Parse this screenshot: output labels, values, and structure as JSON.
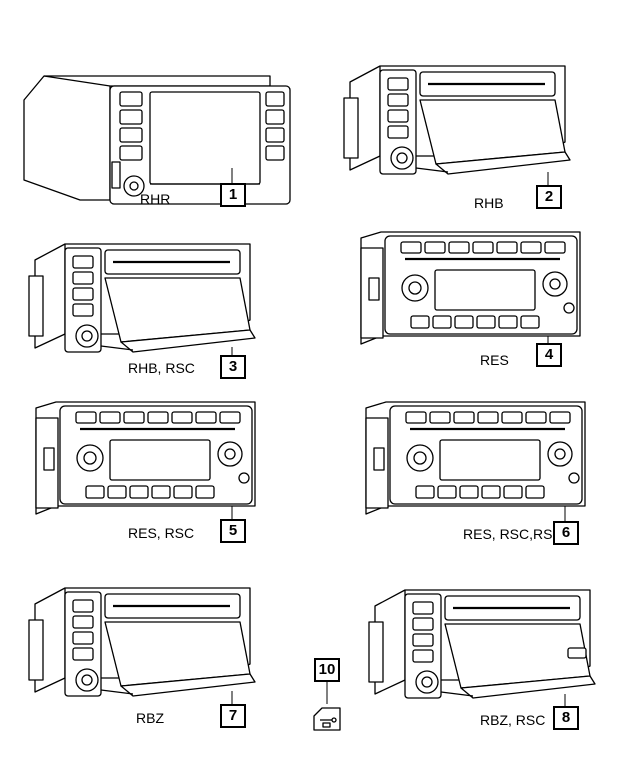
{
  "items": [
    {
      "number": "1",
      "code": "RHR"
    },
    {
      "number": "2",
      "code": "RHB"
    },
    {
      "number": "3",
      "code": "RHB, RSC"
    },
    {
      "number": "4",
      "code": "RES"
    },
    {
      "number": "5",
      "code": "RES, RSC"
    },
    {
      "number": "6",
      "code": "RES, RSC,RSP"
    },
    {
      "number": "7",
      "code": "RBZ"
    },
    {
      "number": "8",
      "code": "RBZ, RSC"
    },
    {
      "number": "10",
      "code": ""
    }
  ]
}
